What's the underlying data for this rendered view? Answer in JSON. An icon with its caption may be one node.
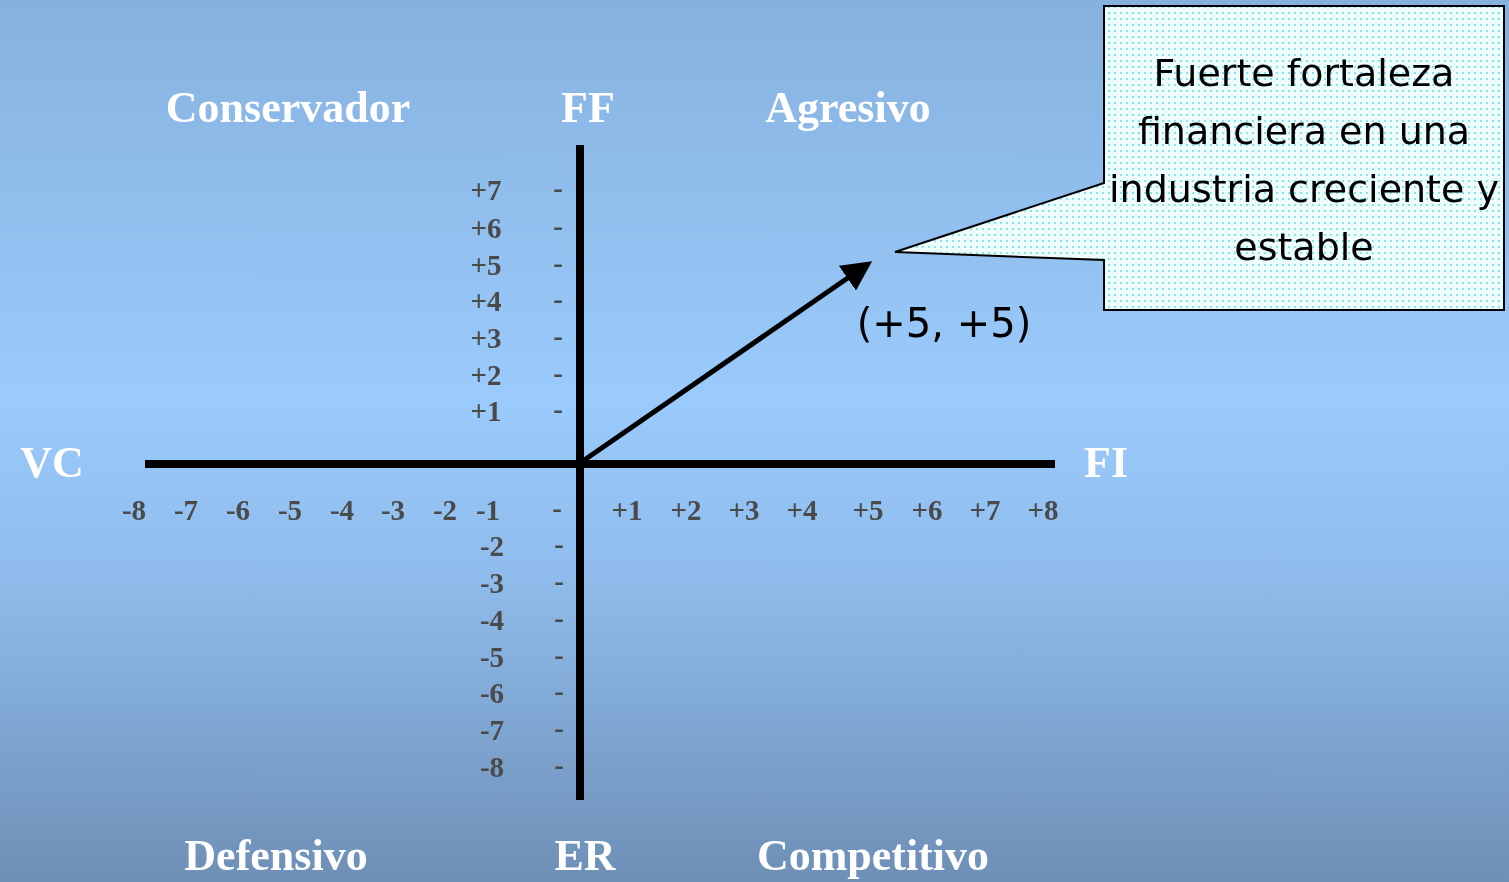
{
  "diagram": {
    "nodes": [
      {
        "text": [
          "Fuerte fortaleza financiera en una industria creciente y estable"
        ]
      }
    ],
    "edges": [],
    "labels": [
      "Conservador",
      "FF",
      "Agresivo",
      "+7",
      "-",
      "+6",
      "-",
      "+5",
      "-",
      "+4",
      "-",
      "+3",
      "-",
      "+2",
      "-",
      "+1",
      "-",
      "VC",
      "FI",
      "-8",
      "-7",
      "-6",
      "-5",
      "-4",
      "-3",
      "-2",
      "-1",
      "-",
      "+1",
      "+2",
      "+3",
      "+4",
      "+5",
      "+6",
      "+7",
      "+8",
      "-2",
      "-",
      "-3",
      "-",
      "-4",
      "-",
      "-5",
      "-",
      "-6",
      "-",
      "-7",
      "-",
      "-8",
      "-",
      "Defensivo",
      "ER",
      "Competitivo",
      "(+5, +5)"
    ]
  }
}
